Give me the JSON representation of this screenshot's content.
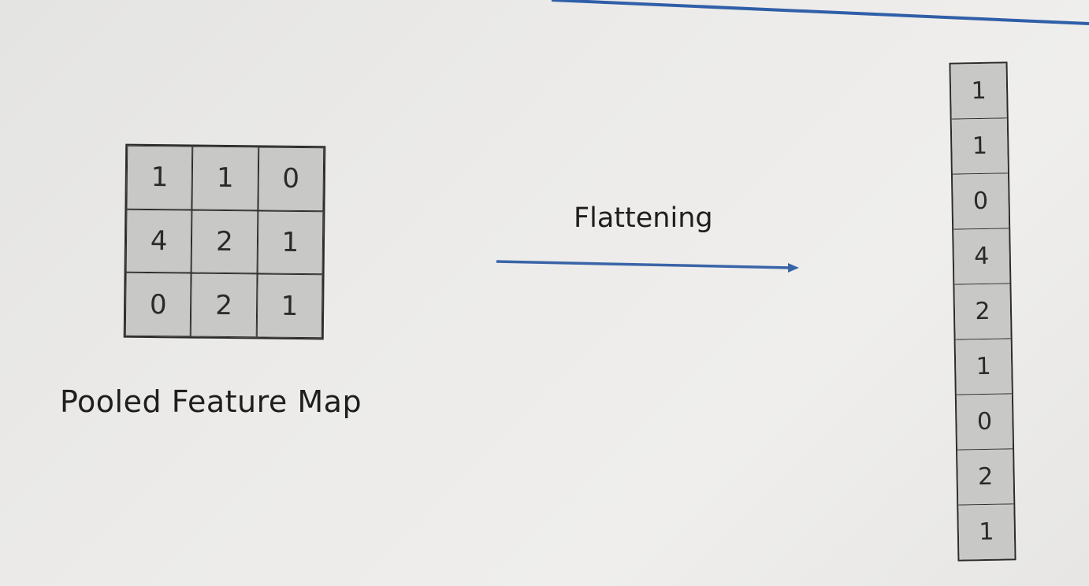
{
  "pooled_feature_map": {
    "label": "Pooled Feature Map",
    "rows": [
      [
        "1",
        "1",
        "0"
      ],
      [
        "4",
        "2",
        "1"
      ],
      [
        "0",
        "2",
        "1"
      ]
    ]
  },
  "operation": {
    "label": "Flattening"
  },
  "flattened_vector": {
    "values": [
      "1",
      "1",
      "0",
      "4",
      "2",
      "1",
      "0",
      "2",
      "1"
    ]
  },
  "colors": {
    "arrow": "#3a64a8",
    "top_line": "#2f5fa8",
    "cell_fill": "#c8c8c7",
    "border": "#2b2b2b"
  }
}
